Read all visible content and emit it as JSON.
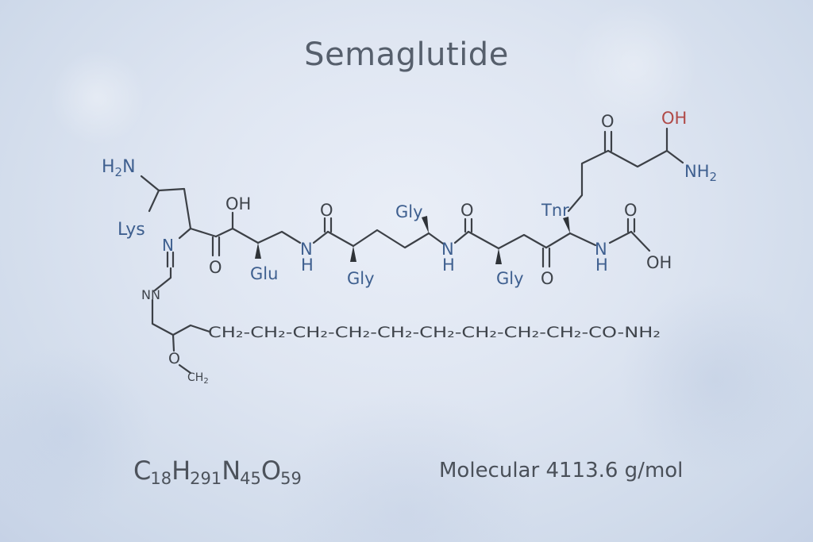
{
  "title": "Semaglutide",
  "structure": {
    "labels": {
      "h2n_top": "H",
      "h2n_sub": "2",
      "h2n_n": "N",
      "lys": "Lys",
      "oh_glu": "OH",
      "o_carbonyl_1": "O",
      "glu": "Glu",
      "n_imine": "N",
      "nn": "NN",
      "nh_1_n": "N",
      "nh_1_h": "H",
      "o_carbonyl_2": "O",
      "gly_1": "Gly",
      "gly_2": "Gly",
      "nh_2_n": "N",
      "nh_2_h": "H",
      "o_carbonyl_3": "O",
      "gly_3": "Gly",
      "o_carbonyl_4": "O",
      "tnr": "Tnr",
      "nh_3_n": "N",
      "nh_3_h": "H",
      "o_carbonyl_5": "O",
      "oh_acid": "OH",
      "o_side_keto": "O",
      "oh_side": "OH",
      "nh2_side": "NH",
      "nh2_side_sub": "2",
      "o_ether": "O",
      "ch2_ether": "CH",
      "ch2_ether_sub": "2"
    },
    "chain": {
      "units": [
        "CH2",
        "CH2",
        "CH2",
        "CH2",
        "CH2",
        "CH2",
        "CH2",
        "CH2",
        "CH2"
      ],
      "terminal": "-CO-NH2",
      "text": "CH₂-CH₂-CH₂-CH₂-CH₂-CH₂-CH₂-CH₂-CH₂-CO-NH₂"
    }
  },
  "formula": {
    "c": "C",
    "c_n": "18",
    "h": "H",
    "h_n": "291",
    "n": "N",
    "n_n": "45",
    "o": "O",
    "o_n": "59"
  },
  "molecular_weight": "Molecular 4113.6 g/mol",
  "colors": {
    "background": "#dfe6f2",
    "title": "#565f6c",
    "bond": "#3c4046",
    "heteroatom_blue": "#3e5f8f",
    "hydroxyl_red": "#b04a48"
  }
}
